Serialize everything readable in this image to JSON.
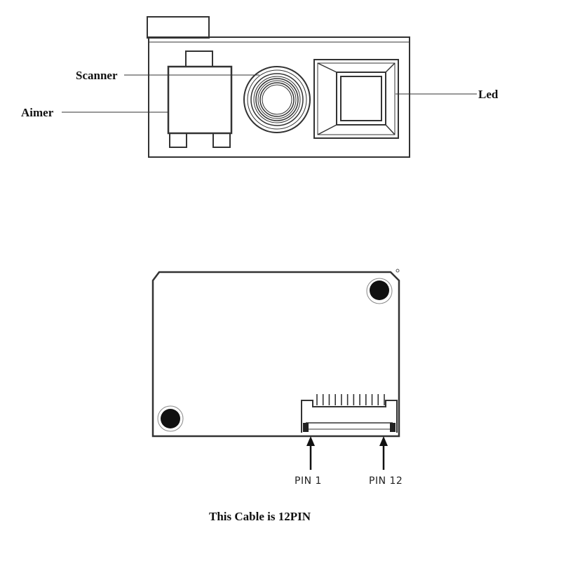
{
  "front_view": {
    "labels": {
      "scanner": "Scanner",
      "aimer": "Aimer",
      "led": "Led"
    }
  },
  "back_view": {
    "pins": {
      "first": "PIN 1",
      "last": "PIN 12"
    },
    "connector_pin_count": 12
  },
  "caption": "This Cable is 12PIN",
  "colors": {
    "line": "#333333",
    "hole": "#111111"
  }
}
